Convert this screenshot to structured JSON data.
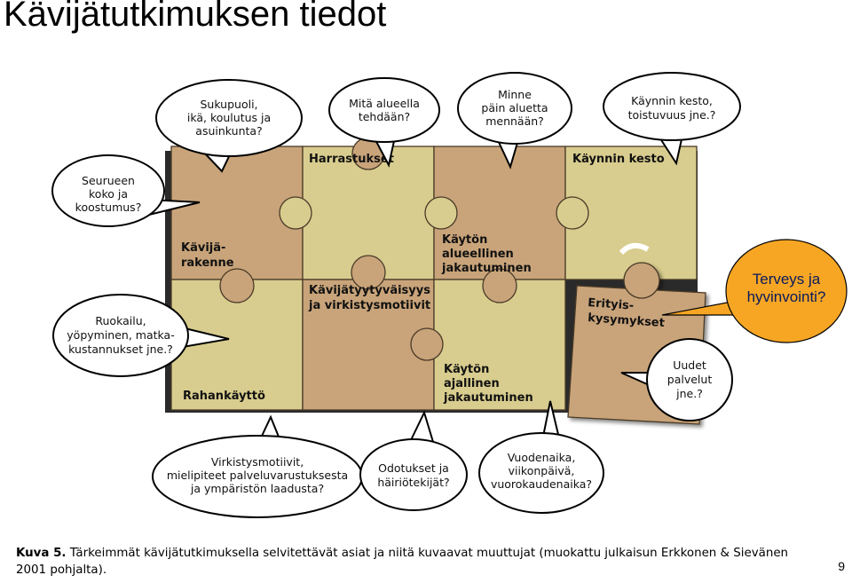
{
  "title": "Kävijätutkimuksen tiedot",
  "puzzle_pieces": {
    "harrastukset": "Harrastukset",
    "kaynnin_kesto": "Käynnin kesto",
    "kavijarakenne": [
      "Kävijä-",
      "rakenne"
    ],
    "tyytyvaisyys": [
      "Kävijätyytyväisyys",
      "ja virkistysmotiivit"
    ],
    "alueellinen": [
      "Käytön",
      "alueellinen",
      "jakautuminen"
    ],
    "erityis": [
      "Erityis-",
      "kysymykset"
    ],
    "rahankaytto": "Rahankäyttö",
    "ajallinen": [
      "Käytön",
      "ajallinen",
      "jakautuminen"
    ]
  },
  "bubbles": {
    "sukupuoli": [
      "Sukupuoli,",
      "ikä, koulutus ja",
      "asuinkunta?"
    ],
    "mita_alueella": [
      "Mitä alueella",
      "tehdään?"
    ],
    "minne": [
      "Minne",
      "päin aluetta",
      "mennään?"
    ],
    "kaynnin_kesto": [
      "Käynnin kesto,",
      "toistuvuus jne.?"
    ],
    "seurueen": [
      "Seurueen",
      "koko ja",
      "koostumus?"
    ],
    "ruokailu": [
      "Ruokailu,",
      "yöpyminen, matka-",
      "kustannukset jne.?"
    ],
    "uudet_palvelut": [
      "Uudet",
      "palvelut",
      "jne.?"
    ],
    "virkistysmotiivit": [
      "Virkistysmotiivit,",
      "mielipiteet palveluvarustuksesta",
      "ja ympäristön laadusta?"
    ],
    "odotukset": [
      "Odotukset ja",
      "häiriötekijät?"
    ],
    "vuodenaika": [
      "Vuodenaika,",
      "viikonpäivä,",
      "vuorokaudenaika?"
    ]
  },
  "highlight_bubble": [
    "Terveys ja",
    "hyvinvointi?"
  ],
  "caption": {
    "label": "Kuva 5.",
    "text": "Tärkeimmät kävijätutkimuksella selvitettävät asiat ja niitä kuvaavat muuttujat (muokattu julkaisun Erkkonen & Sievänen 2001 pohjalta)."
  },
  "page_number": "9",
  "colors": {
    "piece_light": "#d8cd8e",
    "piece_dark": "#c9a47a",
    "piece_outline": "#4a3a28",
    "highlight_fill": "#f7a623",
    "highlight_text": "#0a1a5c"
  }
}
